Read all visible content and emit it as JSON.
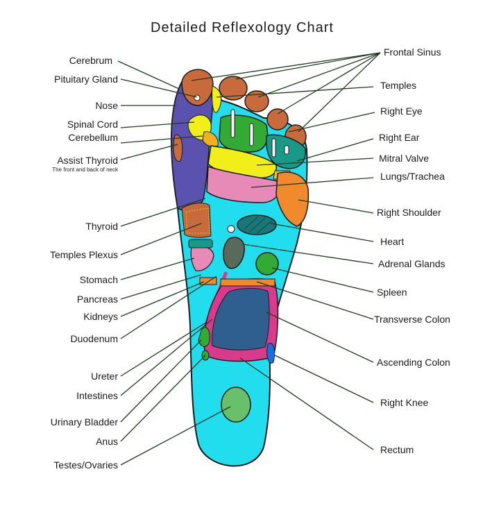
{
  "title": "Detailed Reflexology Chart",
  "left_labels": {
    "cerebrum": "Cerebrum",
    "pituitary_gland": "Pituitary Gland",
    "nose": "Nose",
    "spinal_cord": "Spinal Cord",
    "cerebellum": "Cerebellum",
    "assist_thyroid": "Assist Thyroid",
    "assist_thyroid_note": "The front and back of neck",
    "thyroid": "Thyroid",
    "temples_plexus": "Temples Plexus",
    "stomach": "Stomach",
    "pancreas": "Pancreas",
    "kidneys": "Kidneys",
    "duodenum": "Duodenum",
    "ureter": "Ureter",
    "intestines": "Intestines",
    "urinary_bladder": "Urinary Bladder",
    "anus": "Anus",
    "testes_ovaries": "Testes/Ovaries"
  },
  "right_labels": {
    "frontal_sinus": "Frontal Sinus",
    "temples": "Temples",
    "right_eye": "Right Eye",
    "right_ear": "Right Ear",
    "mitral_valve": "Mitral Valve",
    "lungs_trachea": "Lungs/Trachea",
    "right_shoulder": "Right Shoulder",
    "heart": "Heart",
    "adrenal_glands": "Adrenal Glands",
    "spleen": "Spleen",
    "transverse_colon": "Transverse Colon",
    "ascending_colon": "Ascending Colon",
    "right_knee": "Right Knee",
    "rectum": "Rectum"
  },
  "colors": {
    "foot_base": "#22ddee",
    "outer_edge": "#5b52b0",
    "toe_tips": "#c76a3c",
    "lungs": "#e88ab8",
    "shoulder": "#f08a2c",
    "eye_ear": "#1a9988",
    "green": "#33aa33",
    "yellow": "#f2ee1a",
    "intestine_frame": "#d93a8c",
    "intestine_inner": "#2f5f8f",
    "leader": "#1e3a1e"
  }
}
